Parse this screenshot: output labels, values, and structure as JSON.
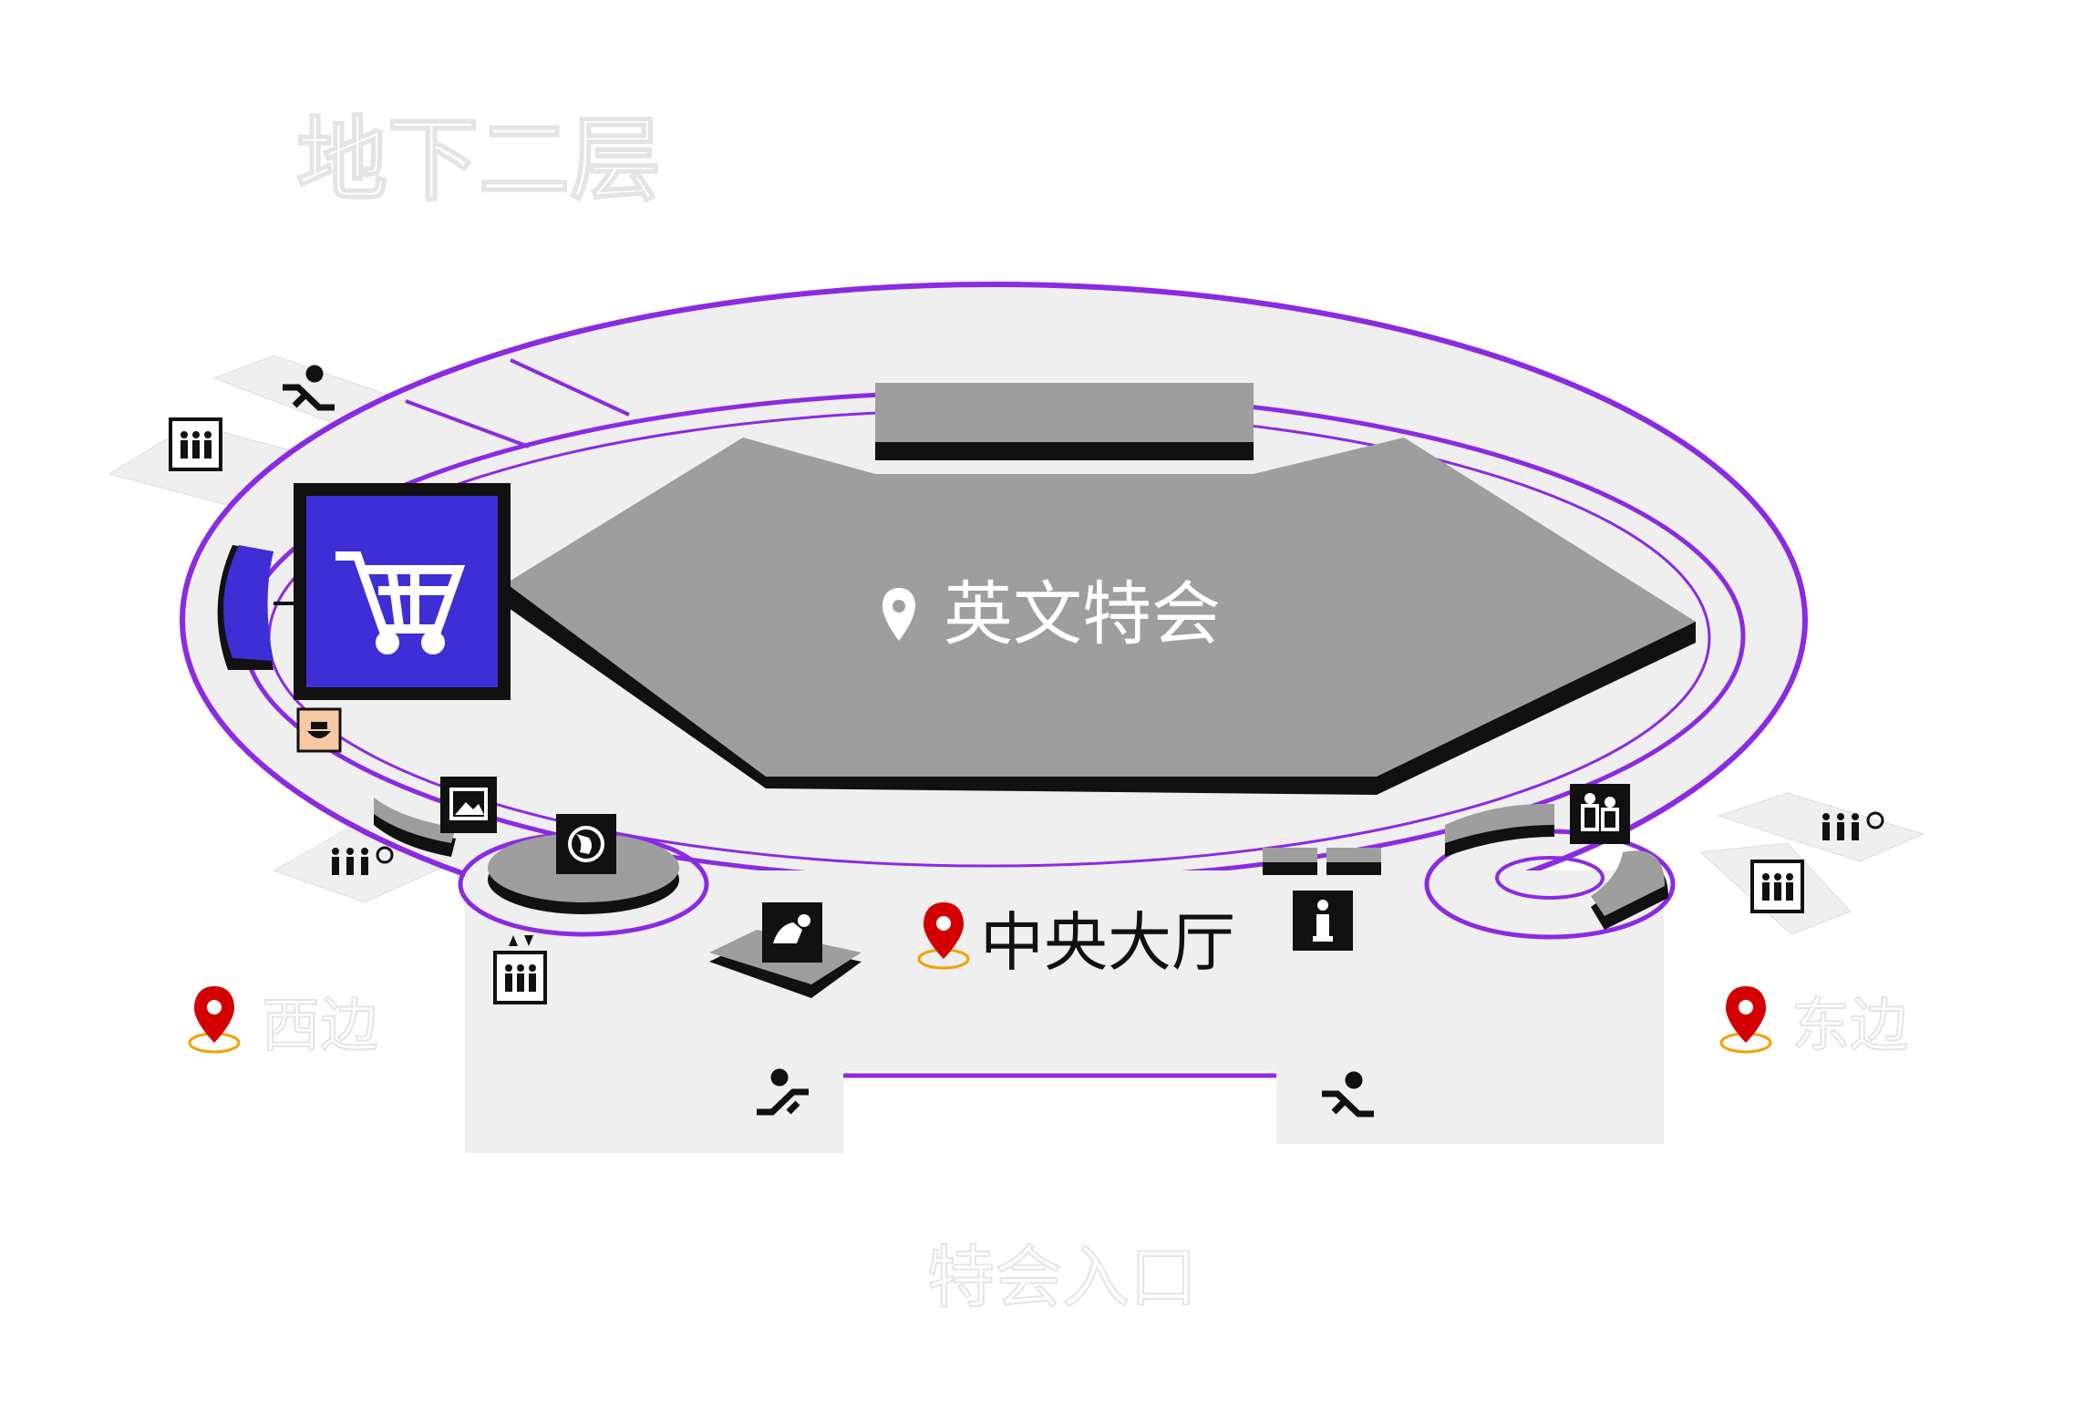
{
  "floor_title": "地下二层",
  "hall_label": "英文特会",
  "lobby_label": "中央大厅",
  "west_label": "西边",
  "east_label": "东边",
  "entrance_label": "特会入口",
  "colors": {
    "background": "#ffffff",
    "floor": "#efefef",
    "ring": "#8a2be2",
    "hall": "#9a9a9a",
    "shop": "#3d2ed6",
    "pin": "#d40000",
    "pin_base": "#f2a200",
    "icon_dark": "#111111",
    "food_icon": "#f7c9a3"
  },
  "icons": [
    "escalator-icon",
    "elevator-icon",
    "shopping-cart-icon",
    "food-icon",
    "photo-icon",
    "globe-icon",
    "restroom-accessible-icon",
    "info-icon",
    "first-aid-icon",
    "family-icon",
    "location-pin-icon"
  ]
}
